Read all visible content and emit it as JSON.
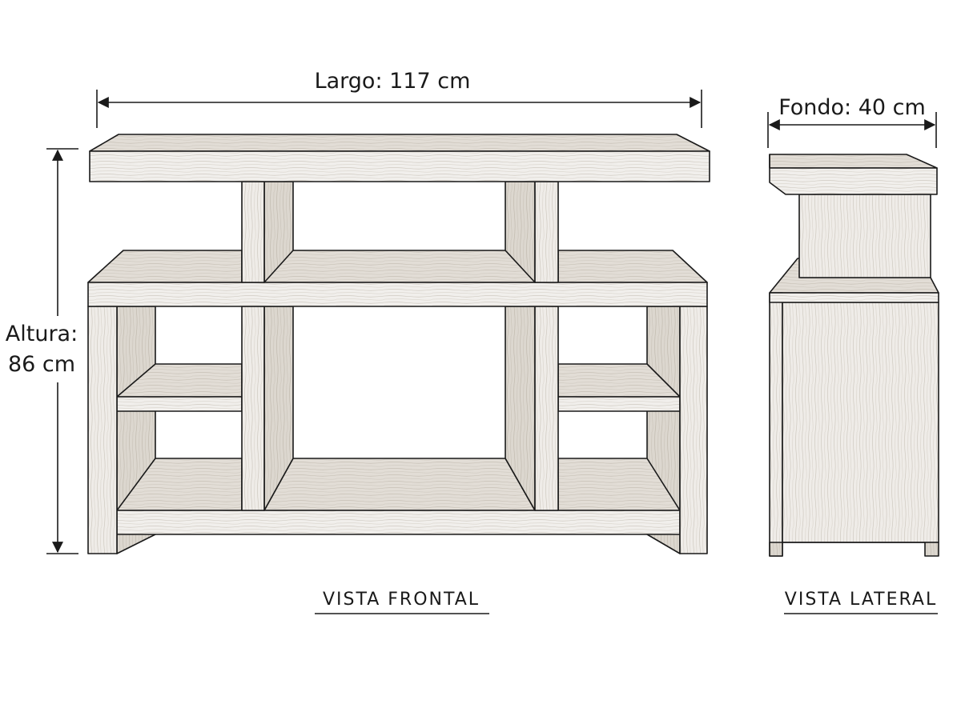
{
  "dimensions": {
    "largo": "Largo: 117 cm",
    "fondo": "Fondo: 40 cm",
    "altura_line1": "Altura:",
    "altura_line2": "86 cm"
  },
  "views": {
    "front": "VISTA  FRONTAL",
    "side": "VISTA  LATERAL"
  },
  "colors": {
    "ink": "#1a1a1a",
    "wood_light": "#f1efec",
    "wood_mid": "#e4e0da",
    "wood_dark": "#d2cdc5",
    "background": "#ffffff"
  }
}
